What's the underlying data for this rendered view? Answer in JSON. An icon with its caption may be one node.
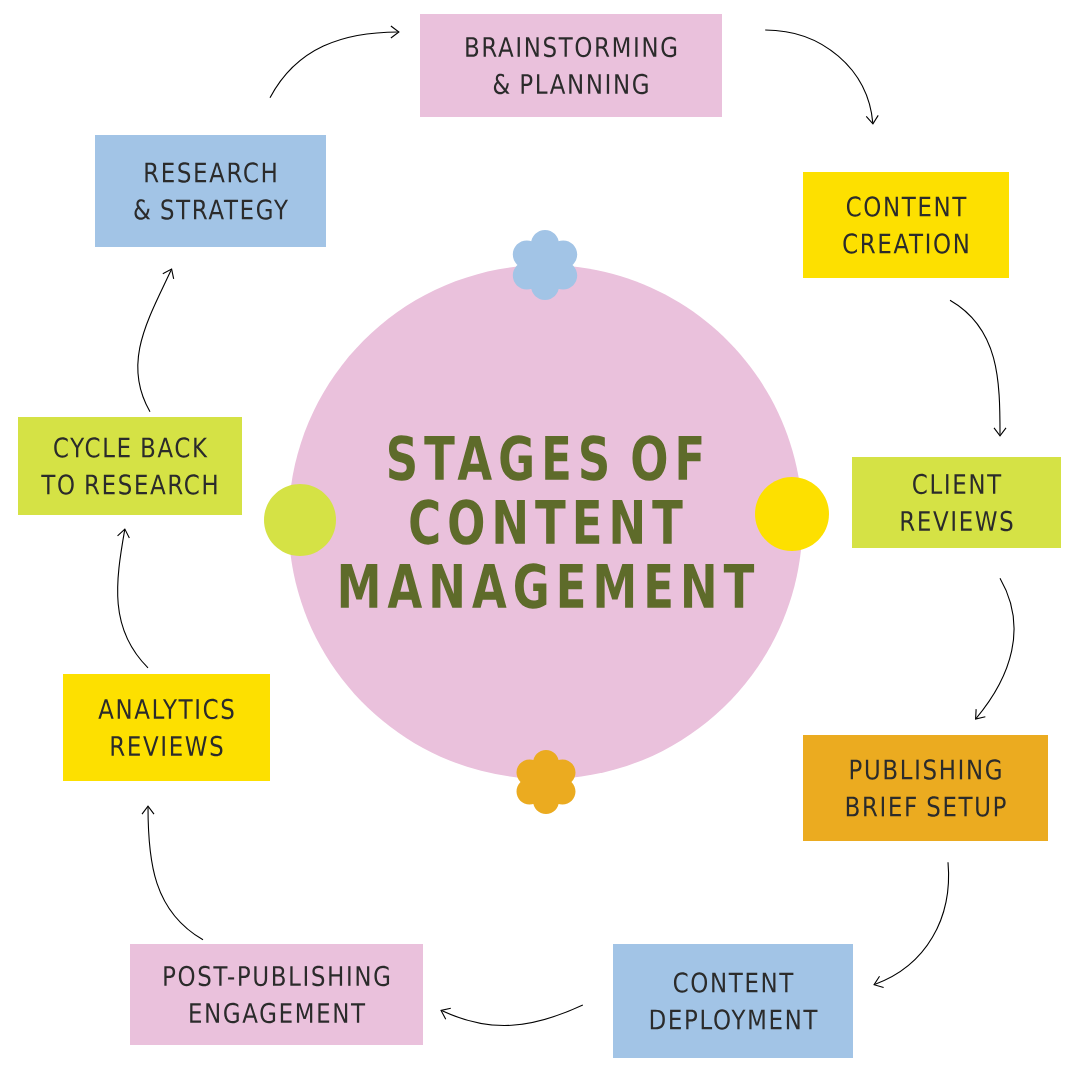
{
  "diagram": {
    "nodes": [
      {
        "text": [
          "STAGES OF CONTENT MANAGEMENT"
        ]
      },
      {
        "text": [
          "RESEARCH & STRATEGY"
        ]
      },
      {
        "text": [
          "BRAINSTORMING & PLANNING"
        ]
      },
      {
        "text": [
          "CONTENT CREATION"
        ]
      },
      {
        "text": [
          "CLIENT REVIEWS"
        ]
      },
      {
        "text": [
          "PUBLISHING BRIEF SETUP"
        ]
      },
      {
        "text": [
          "CONTENT DEPLOYMENT"
        ]
      },
      {
        "text": [
          "POST-PUBLISHING ENGAGEMENT"
        ]
      },
      {
        "text": [
          "ANALYTICS REVIEWS"
        ]
      },
      {
        "text": [
          "CYCLE BACK TO RESEARCH"
        ]
      }
    ],
    "edges": [
      {
        "from": 1,
        "to": 2,
        "arrow": "to"
      },
      {
        "from": 2,
        "to": 3,
        "arrow": "to"
      },
      {
        "from": 3,
        "to": 4,
        "arrow": "to"
      },
      {
        "from": 4,
        "to": 5,
        "arrow": "to"
      },
      {
        "from": 5,
        "to": 6,
        "arrow": "to"
      },
      {
        "from": 6,
        "to": 7,
        "arrow": "to"
      },
      {
        "from": 7,
        "to": 8,
        "arrow": "to"
      },
      {
        "from": 8,
        "to": 9,
        "arrow": "to"
      },
      {
        "from": 9,
        "to": 1,
        "arrow": "to"
      }
    ]
  }
}
